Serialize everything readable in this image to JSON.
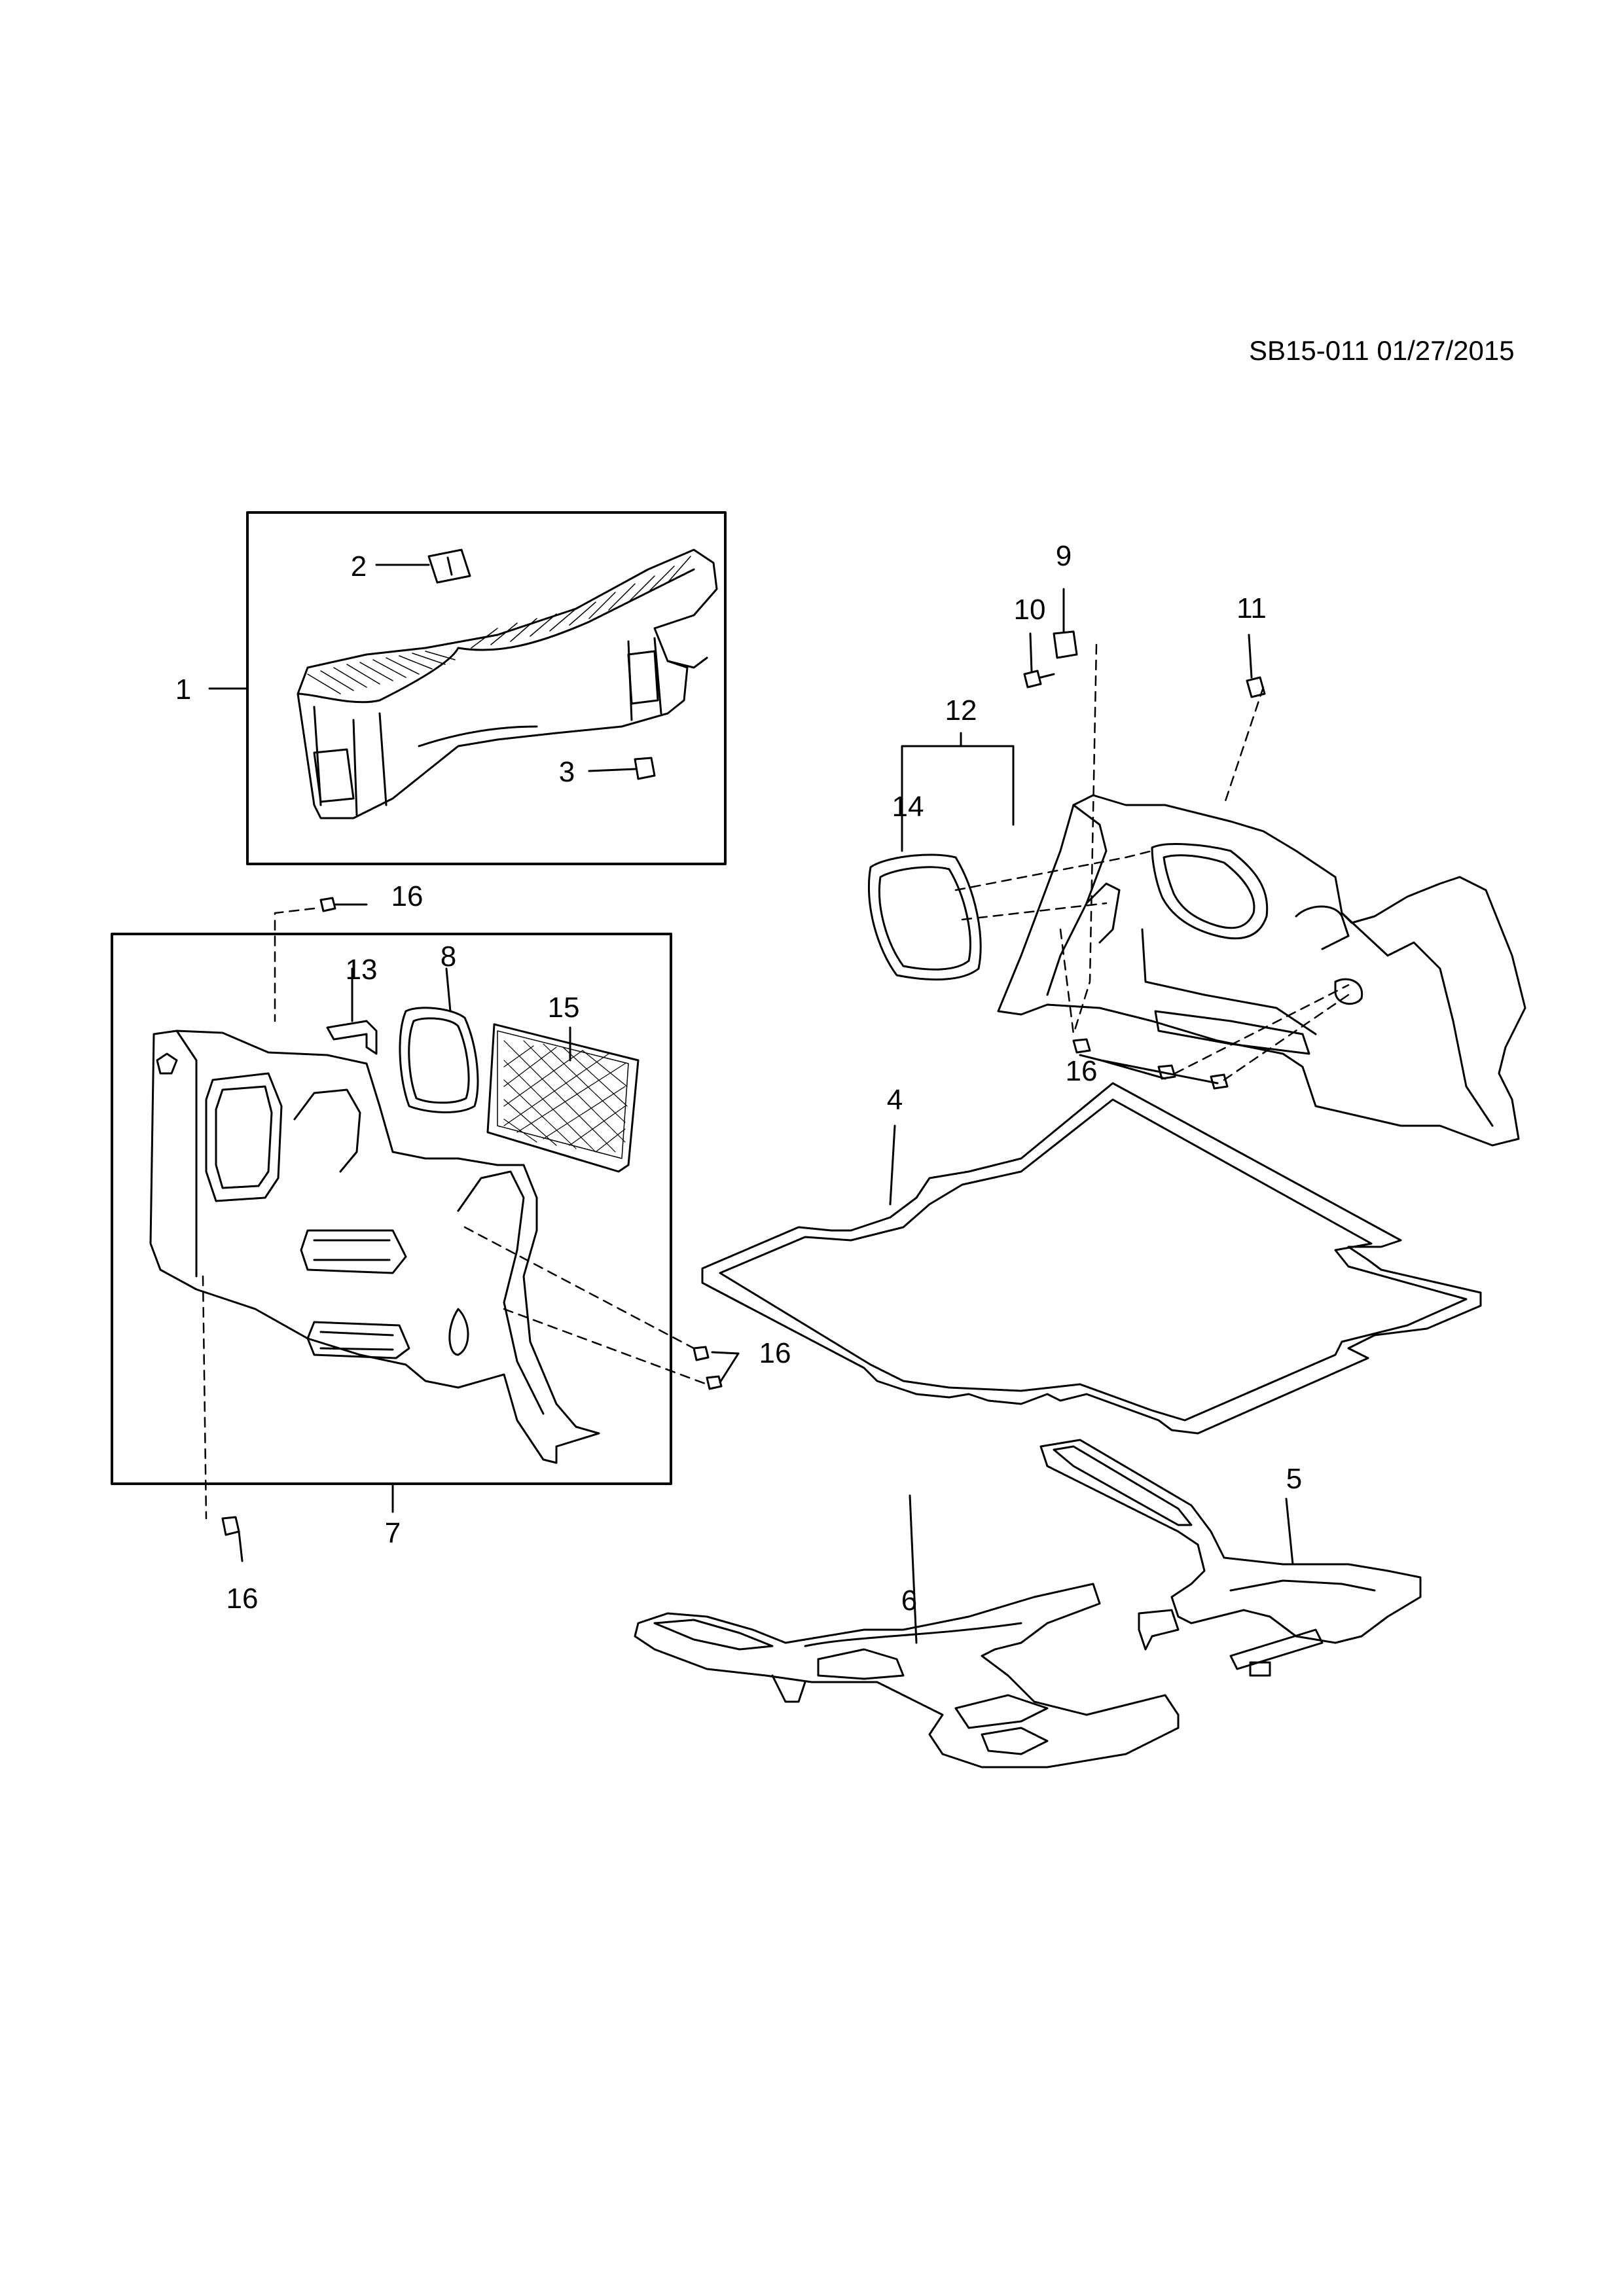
{
  "reference": "SB15-011 01/27/2015",
  "callouts": [
    {
      "id": "c1",
      "label": "1"
    },
    {
      "id": "c2",
      "label": "2"
    },
    {
      "id": "c3",
      "label": "3"
    },
    {
      "id": "c4",
      "label": "4"
    },
    {
      "id": "c5",
      "label": "5"
    },
    {
      "id": "c6",
      "label": "6"
    },
    {
      "id": "c7",
      "label": "7"
    },
    {
      "id": "c8",
      "label": "8"
    },
    {
      "id": "c9",
      "label": "9"
    },
    {
      "id": "c10",
      "label": "10"
    },
    {
      "id": "c11",
      "label": "11"
    },
    {
      "id": "c12",
      "label": "12"
    },
    {
      "id": "c13",
      "label": "13"
    },
    {
      "id": "c14",
      "label": "14"
    },
    {
      "id": "c15",
      "label": "15"
    },
    {
      "id": "c16a",
      "label": "16"
    },
    {
      "id": "c16b",
      "label": "16"
    },
    {
      "id": "c16c",
      "label": "16"
    },
    {
      "id": "c16d",
      "label": "16"
    }
  ]
}
